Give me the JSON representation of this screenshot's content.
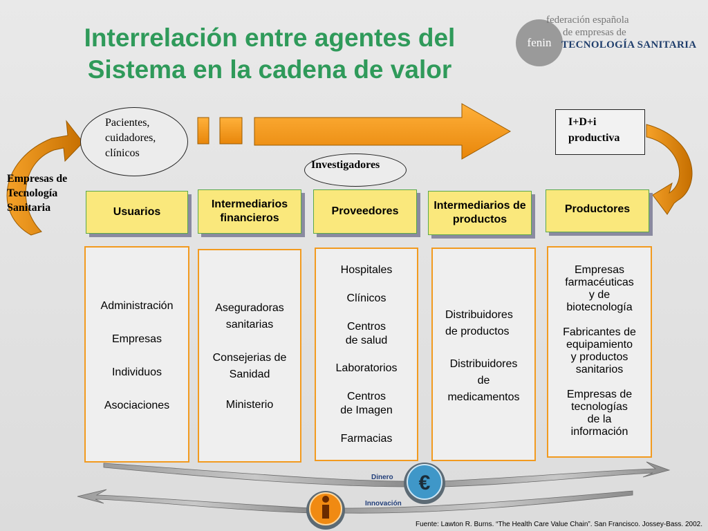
{
  "title": {
    "line1": "Interrelación entre agentes del",
    "line2": "Sistema en la cadena de valor"
  },
  "logo": {
    "circle": "fenin",
    "line1": "federación española",
    "line2": "de empresas de",
    "line3": "TECNOLOGÍA SANITARIA"
  },
  "labels": {
    "pacientes": "Pacientes,\ncuidadores,\nclínicos",
    "investigadores": "Investigadores",
    "idi": "I+D+i\nproductiva",
    "empresas": "Empresas de\nTecnología\nSanitaria",
    "dinero": "Dinero",
    "innovacion": "Innovación"
  },
  "categories": [
    "Usuarios",
    "Intermediarios financieros",
    "Proveedores",
    "Intermediarios de productos",
    "Productores"
  ],
  "columns": [
    [
      "Administración",
      "Empresas",
      "Individuos",
      "Asociaciones"
    ],
    [
      "Aseguradoras\nsanitarias",
      "Consejerias de\nSanidad",
      "Ministerio"
    ],
    [
      "Hospitales",
      "Clínicos",
      "Centros\nde salud",
      "Laboratorios",
      "Centros\nde Imagen",
      "Farmacias"
    ],
    [
      "Distribuidores\nde productos",
      "Distribuidores\nde\nmedicamentos"
    ],
    [
      "Empresas\nfarmacéuticas\ny de\nbiotecnología",
      "Fabricantes de\nequipamiento\ny productos\nsanitarios",
      "Empresas de\ntecnologías\nde la\ninformación"
    ]
  ],
  "source": "Fuente: Lawton R. Burns. “The Health Care Value Chain”. San Francisco. Jossey-Bass. 2002.",
  "icons": {
    "euro": "euro-coin-icon",
    "info": "info-coin-icon"
  }
}
